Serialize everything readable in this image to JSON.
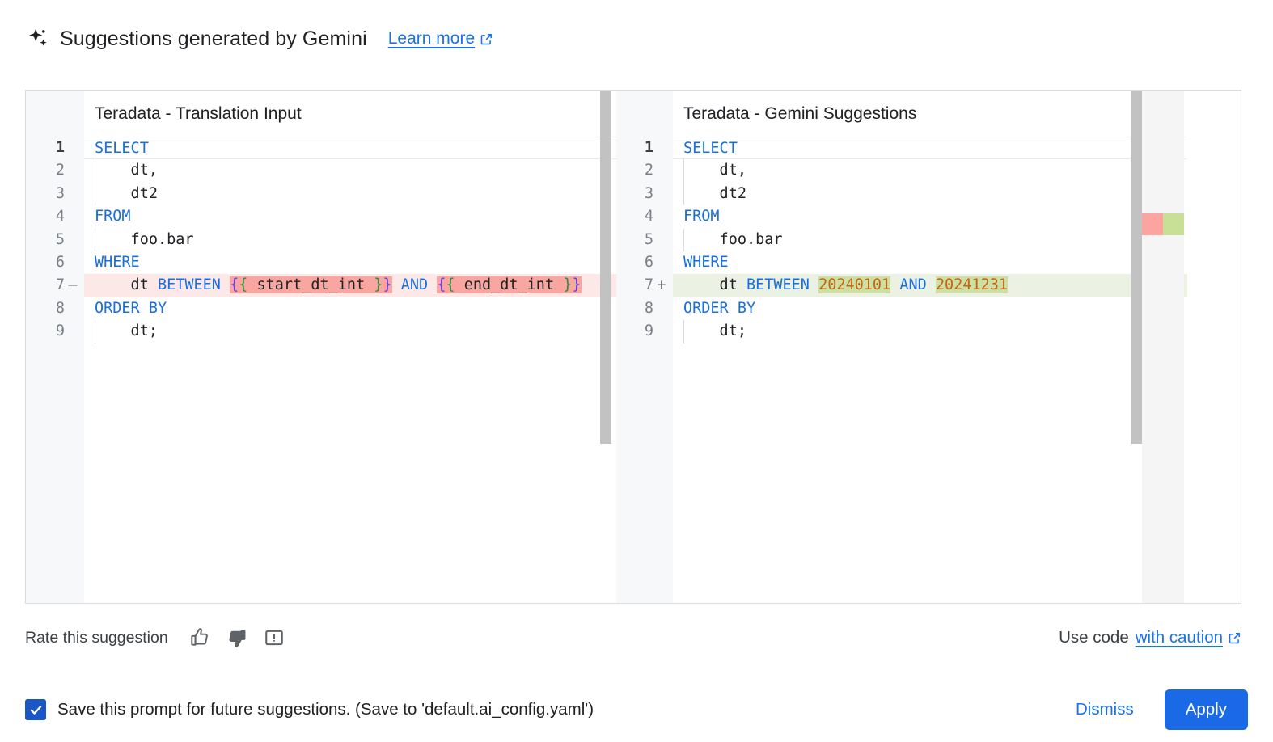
{
  "header": {
    "icon": "sparkle-icon",
    "title": "Suggestions generated by Gemini",
    "learn_more": "Learn more",
    "external_icon": "external-link-icon"
  },
  "diff": {
    "left": {
      "title": "Teradata - Translation Input",
      "lines": [
        {
          "n": "1",
          "mark": "",
          "state": "cur",
          "indent": false,
          "tokens": [
            {
              "t": "SELECT",
              "c": "kw"
            }
          ]
        },
        {
          "n": "2",
          "mark": "",
          "state": "",
          "indent": true,
          "tokens": [
            {
              "t": "    dt,",
              "c": "pl"
            }
          ]
        },
        {
          "n": "3",
          "mark": "",
          "state": "",
          "indent": true,
          "tokens": [
            {
              "t": "    dt2",
              "c": "pl"
            }
          ]
        },
        {
          "n": "4",
          "mark": "",
          "state": "",
          "indent": false,
          "tokens": [
            {
              "t": "FROM",
              "c": "kw"
            }
          ]
        },
        {
          "n": "5",
          "mark": "",
          "state": "",
          "indent": true,
          "tokens": [
            {
              "t": "    foo.bar",
              "c": "pl"
            }
          ]
        },
        {
          "n": "6",
          "mark": "",
          "state": "",
          "indent": false,
          "tokens": [
            {
              "t": "WHERE",
              "c": "kw"
            }
          ]
        },
        {
          "n": "7",
          "mark": "—",
          "state": "del",
          "indent": false,
          "tokens": [
            {
              "t": "    dt ",
              "c": "pl"
            },
            {
              "t": "BETWEEN",
              "c": "kw"
            },
            {
              "t": " ",
              "c": "pl"
            },
            {
              "t": "{",
              "c": "brc1 tokdel"
            },
            {
              "t": "{",
              "c": "brc2 tokdel"
            },
            {
              "t": " start_dt_int ",
              "c": "pl tokdel"
            },
            {
              "t": "}",
              "c": "brc2 tokdel"
            },
            {
              "t": "}",
              "c": "brc1 tokdel"
            },
            {
              "t": " ",
              "c": "pl"
            },
            {
              "t": "AND",
              "c": "kw"
            },
            {
              "t": " ",
              "c": "pl"
            },
            {
              "t": "{",
              "c": "brc1 tokdel"
            },
            {
              "t": "{",
              "c": "brc2 tokdel"
            },
            {
              "t": " end_dt_int ",
              "c": "pl tokdel"
            },
            {
              "t": "}",
              "c": "brc2 tokdel"
            },
            {
              "t": "}",
              "c": "brc1 tokdel"
            }
          ]
        },
        {
          "n": "8",
          "mark": "",
          "state": "",
          "indent": false,
          "tokens": [
            {
              "t": "ORDER BY",
              "c": "kw"
            }
          ]
        },
        {
          "n": "9",
          "mark": "",
          "state": "",
          "indent": true,
          "tokens": [
            {
              "t": "    dt;",
              "c": "pl"
            }
          ]
        }
      ]
    },
    "right": {
      "title": "Teradata - Gemini Suggestions",
      "lines": [
        {
          "n": "1",
          "mark": "",
          "state": "cur",
          "indent": false,
          "tokens": [
            {
              "t": "SELECT",
              "c": "kw"
            }
          ]
        },
        {
          "n": "2",
          "mark": "",
          "state": "",
          "indent": true,
          "tokens": [
            {
              "t": "    dt,",
              "c": "pl"
            }
          ]
        },
        {
          "n": "3",
          "mark": "",
          "state": "",
          "indent": true,
          "tokens": [
            {
              "t": "    dt2",
              "c": "pl"
            }
          ]
        },
        {
          "n": "4",
          "mark": "",
          "state": "",
          "indent": false,
          "tokens": [
            {
              "t": "FROM",
              "c": "kw"
            }
          ]
        },
        {
          "n": "5",
          "mark": "",
          "state": "",
          "indent": true,
          "tokens": [
            {
              "t": "    foo.bar",
              "c": "pl"
            }
          ]
        },
        {
          "n": "6",
          "mark": "",
          "state": "",
          "indent": false,
          "tokens": [
            {
              "t": "WHERE",
              "c": "kw"
            }
          ]
        },
        {
          "n": "7",
          "mark": "+",
          "state": "ins",
          "indent": false,
          "tokens": [
            {
              "t": "    dt ",
              "c": "pl"
            },
            {
              "t": "BETWEEN",
              "c": "kw"
            },
            {
              "t": " ",
              "c": "pl"
            },
            {
              "t": "20240101",
              "c": "num tokins"
            },
            {
              "t": " ",
              "c": "pl"
            },
            {
              "t": "AND",
              "c": "kw"
            },
            {
              "t": " ",
              "c": "pl"
            },
            {
              "t": "20241231",
              "c": "num tokins"
            }
          ]
        },
        {
          "n": "8",
          "mark": "",
          "state": "",
          "indent": false,
          "tokens": [
            {
              "t": "ORDER BY",
              "c": "kw"
            }
          ]
        },
        {
          "n": "9",
          "mark": "",
          "state": "",
          "indent": true,
          "tokens": [
            {
              "t": "    dt;",
              "c": "pl"
            }
          ]
        }
      ]
    },
    "overview_marks": [
      {
        "kind": "deleted",
        "color": "#fca5a0"
      },
      {
        "kind": "inserted",
        "color": "#c8df96"
      }
    ]
  },
  "rate": {
    "label": "Rate this suggestion",
    "thumb_up_icon": "thumb-up-icon",
    "thumb_down_icon": "thumb-down-icon",
    "report_icon": "report-feedback-icon"
  },
  "use_code": {
    "prefix": "Use code",
    "link": "with caution",
    "external_icon": "external-link-icon"
  },
  "footer": {
    "checkbox_checked": true,
    "checkbox_label": "Save this prompt for future suggestions. (Save to 'default.ai_config.yaml')",
    "dismiss_label": "Dismiss",
    "apply_label": "Apply"
  },
  "colors": {
    "accent_blue": "#1a73e8",
    "primary_button": "#1a6ae8",
    "diff_delete_bg": "#fce8e6",
    "diff_delete_token": "#f9a5a0",
    "diff_insert_bg": "#ecf2e3",
    "diff_insert_token": "#cddfa6",
    "keyword": "#1a6fe0",
    "number": "#c2680a",
    "scrollbar": "#c2c2c2"
  }
}
